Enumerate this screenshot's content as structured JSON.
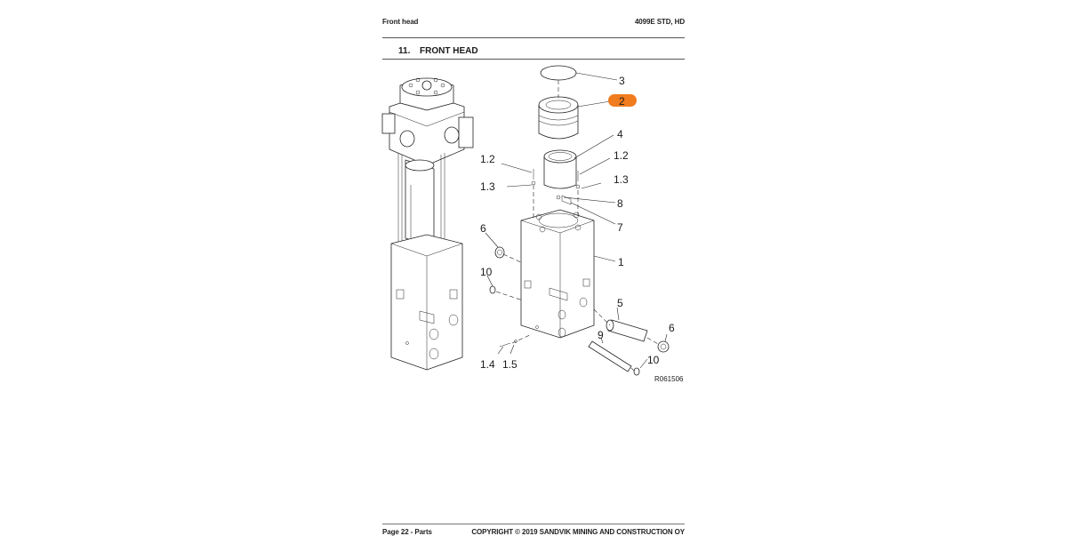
{
  "header": {
    "left": "Front head",
    "right": "4099E STD, HD"
  },
  "section": {
    "number": "11.",
    "title": "FRONT HEAD"
  },
  "callouts": {
    "c3": "3",
    "c2": "2",
    "c4": "4",
    "c12a": "1.2",
    "c12b": "1.2",
    "c13a": "1.3",
    "c13b": "1.3",
    "c8": "8",
    "c7": "7",
    "c6a": "6",
    "c1": "1",
    "c10a": "10",
    "c5": "5",
    "c6b": "6",
    "c9": "9",
    "c10b": "10",
    "c14": "1.4",
    "c15": "1.5"
  },
  "highlight_color": "#f07c1e",
  "drawing_ref": "R061506",
  "footer": {
    "left": "Page 22 - Parts",
    "right": "COPYRIGHT © 2019 SANDVIK MINING AND CONSTRUCTION OY"
  }
}
